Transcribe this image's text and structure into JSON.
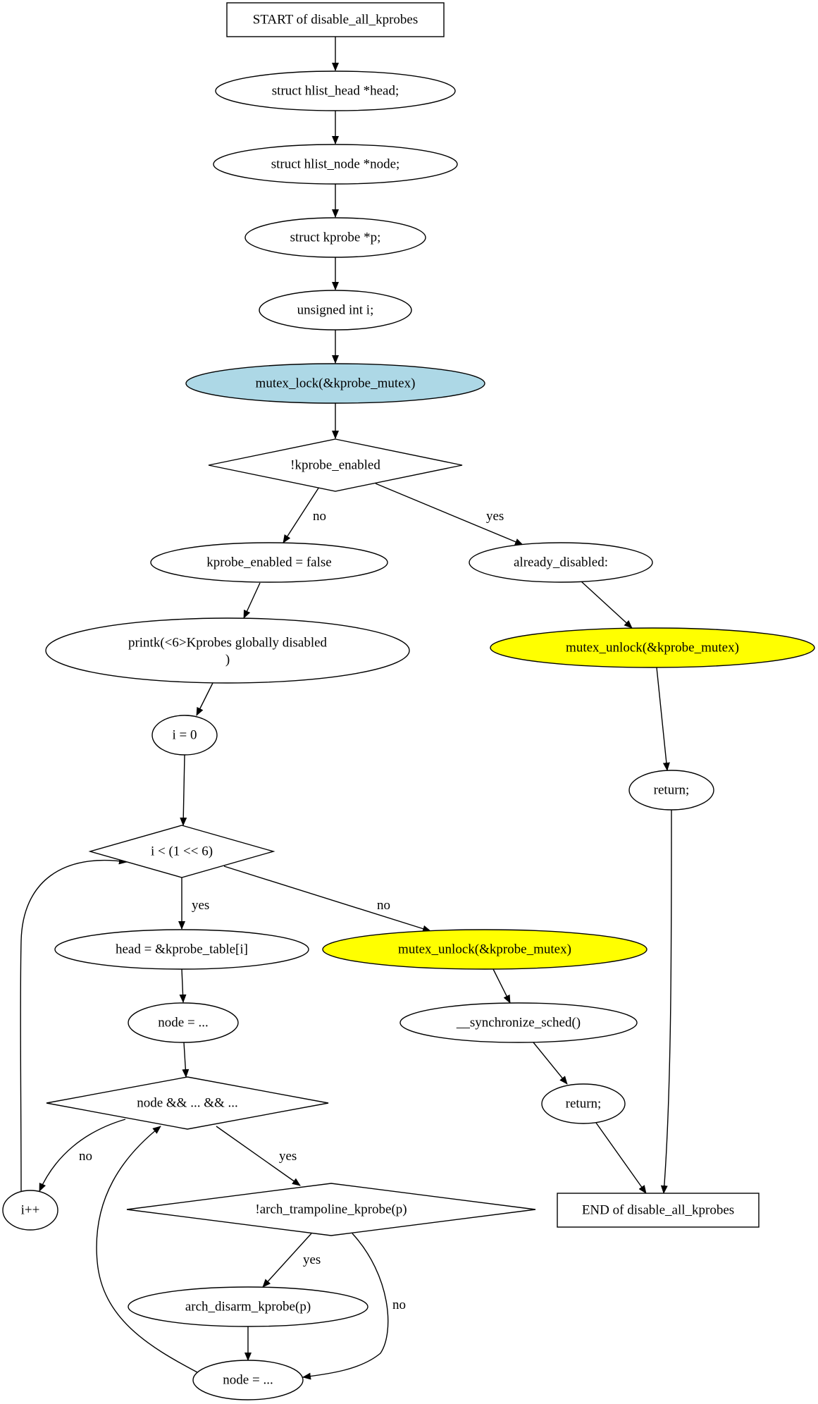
{
  "flowchart": {
    "nodes": {
      "start": {
        "label": "START of disable_all_kprobes",
        "shape": "box"
      },
      "decl_head": {
        "label": "struct hlist_head *head;",
        "shape": "ellipse"
      },
      "decl_node": {
        "label": "struct hlist_node *node;",
        "shape": "ellipse"
      },
      "decl_p": {
        "label": "struct kprobe *p;",
        "shape": "ellipse"
      },
      "decl_i": {
        "label": "unsigned int i;",
        "shape": "ellipse"
      },
      "mutex_lock": {
        "label": "mutex_lock(&kprobe_mutex)",
        "shape": "ellipse",
        "fill": "#add8e6"
      },
      "cond_enabled": {
        "label": "!kprobe_enabled",
        "shape": "diamond"
      },
      "set_disabled": {
        "label": "kprobe_enabled = false",
        "shape": "ellipse"
      },
      "printk": {
        "label": "printk(<6>Kprobes globally disabled",
        "label2": ")",
        "shape": "ellipse"
      },
      "i_init": {
        "label": "i = 0",
        "shape": "ellipse"
      },
      "cond_loop": {
        "label": "i < (1 << 6)",
        "shape": "diamond"
      },
      "head_assign": {
        "label": "head = &kprobe_table[i]",
        "shape": "ellipse"
      },
      "node_assign": {
        "label": "node = ...",
        "shape": "ellipse"
      },
      "cond_node": {
        "label": "node && ... && ...",
        "shape": "diamond"
      },
      "i_inc": {
        "label": "i++",
        "shape": "ellipse"
      },
      "cond_tramp": {
        "label": "!arch_trampoline_kprobe(p)",
        "shape": "diamond"
      },
      "arch_disarm": {
        "label": "arch_disarm_kprobe(p)",
        "shape": "ellipse"
      },
      "node_next": {
        "label": "node = ...",
        "shape": "ellipse"
      },
      "already": {
        "label": "already_disabled:",
        "shape": "ellipse"
      },
      "unlock_a": {
        "label": "mutex_unlock(&kprobe_mutex)",
        "shape": "ellipse",
        "fill": "#ffff00"
      },
      "return_a": {
        "label": "return;",
        "shape": "ellipse"
      },
      "unlock_b": {
        "label": "mutex_unlock(&kprobe_mutex)",
        "shape": "ellipse",
        "fill": "#ffff00"
      },
      "sync_sched": {
        "label": "__synchronize_sched()",
        "shape": "ellipse"
      },
      "return_b": {
        "label": "return;",
        "shape": "ellipse"
      },
      "end": {
        "label": "END of disable_all_kprobes",
        "shape": "box"
      }
    },
    "edges": [
      {
        "from": "start",
        "to": "decl_head",
        "label": ""
      },
      {
        "from": "decl_head",
        "to": "decl_node",
        "label": ""
      },
      {
        "from": "decl_node",
        "to": "decl_p",
        "label": ""
      },
      {
        "from": "decl_p",
        "to": "decl_i",
        "label": ""
      },
      {
        "from": "decl_i",
        "to": "mutex_lock",
        "label": ""
      },
      {
        "from": "mutex_lock",
        "to": "cond_enabled",
        "label": ""
      },
      {
        "from": "cond_enabled",
        "to": "set_disabled",
        "label": "no"
      },
      {
        "from": "cond_enabled",
        "to": "already",
        "label": "yes"
      },
      {
        "from": "set_disabled",
        "to": "printk",
        "label": ""
      },
      {
        "from": "printk",
        "to": "i_init",
        "label": ""
      },
      {
        "from": "i_init",
        "to": "cond_loop",
        "label": ""
      },
      {
        "from": "cond_loop",
        "to": "head_assign",
        "label": "yes"
      },
      {
        "from": "cond_loop",
        "to": "unlock_b",
        "label": "no"
      },
      {
        "from": "head_assign",
        "to": "node_assign",
        "label": ""
      },
      {
        "from": "node_assign",
        "to": "cond_node",
        "label": ""
      },
      {
        "from": "cond_node",
        "to": "i_inc",
        "label": "no"
      },
      {
        "from": "cond_node",
        "to": "cond_tramp",
        "label": "yes"
      },
      {
        "from": "i_inc",
        "to": "cond_loop",
        "label": ""
      },
      {
        "from": "cond_tramp",
        "to": "arch_disarm",
        "label": "yes"
      },
      {
        "from": "cond_tramp",
        "to": "node_next",
        "label": "no"
      },
      {
        "from": "arch_disarm",
        "to": "node_next",
        "label": ""
      },
      {
        "from": "node_next",
        "to": "cond_node",
        "label": ""
      },
      {
        "from": "already",
        "to": "unlock_a",
        "label": ""
      },
      {
        "from": "unlock_a",
        "to": "return_a",
        "label": ""
      },
      {
        "from": "return_a",
        "to": "end",
        "label": ""
      },
      {
        "from": "unlock_b",
        "to": "sync_sched",
        "label": ""
      },
      {
        "from": "sync_sched",
        "to": "return_b",
        "label": ""
      },
      {
        "from": "return_b",
        "to": "end",
        "label": ""
      }
    ]
  }
}
